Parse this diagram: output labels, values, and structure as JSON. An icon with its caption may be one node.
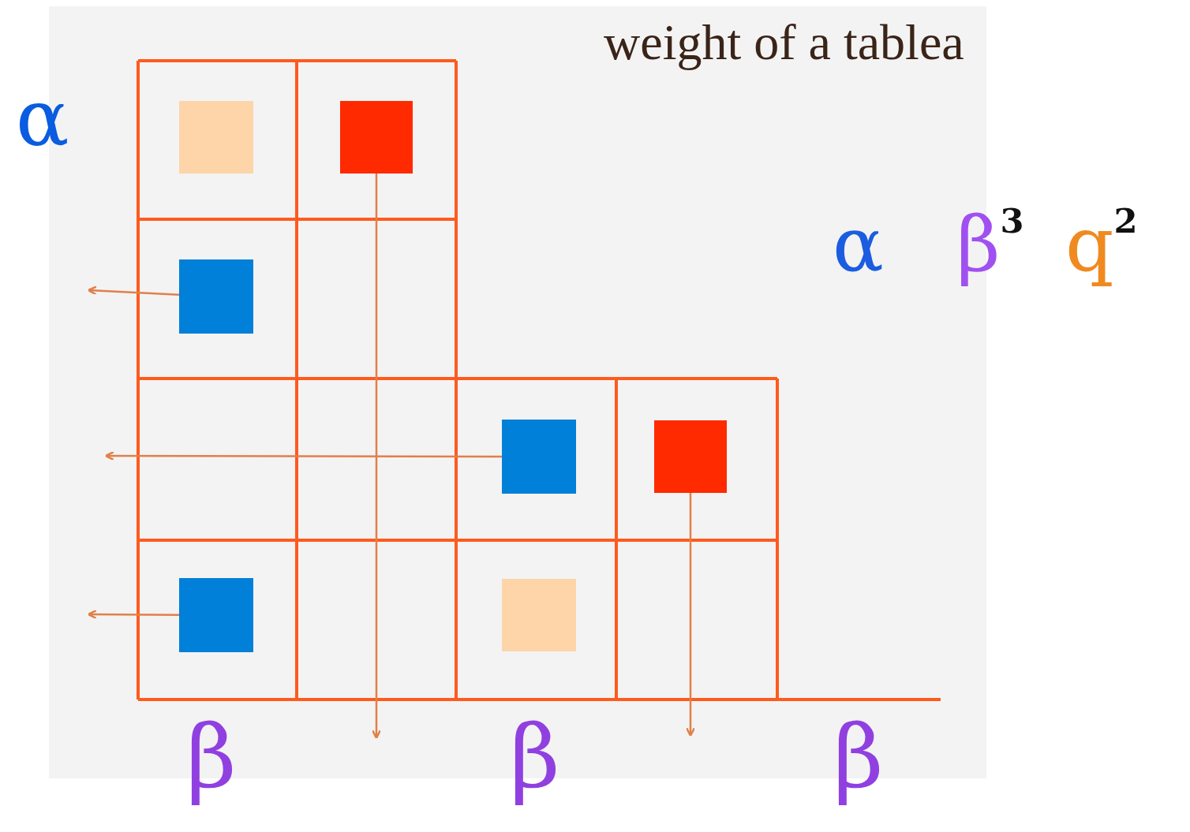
{
  "diagram": {
    "title": "weight of a tablea",
    "nodes": [
      {
        "text": [],
        "shape": "box"
      },
      {
        "text": [],
        "shape": "box"
      },
      {
        "text": [],
        "shape": "box"
      },
      {
        "text": [],
        "shape": "box"
      },
      {
        "text": [],
        "shape": "box"
      },
      {
        "text": [],
        "shape": "box"
      },
      {
        "text": [],
        "shape": "box"
      }
    ],
    "edges": [
      {
        "from": 1,
        "to": null,
        "arrow": "to"
      },
      {
        "from": 2,
        "to": null,
        "arrow": "to"
      },
      {
        "from": 3,
        "to": null,
        "arrow": "to"
      },
      {
        "from": 4,
        "to": null,
        "arrow": "to"
      },
      {
        "from": 5,
        "to": null,
        "arrow": "to"
      }
    ],
    "labels": [
      "α",
      "α",
      "β$^{3}$",
      "q$^{2}$",
      "β",
      "β",
      "β"
    ]
  }
}
